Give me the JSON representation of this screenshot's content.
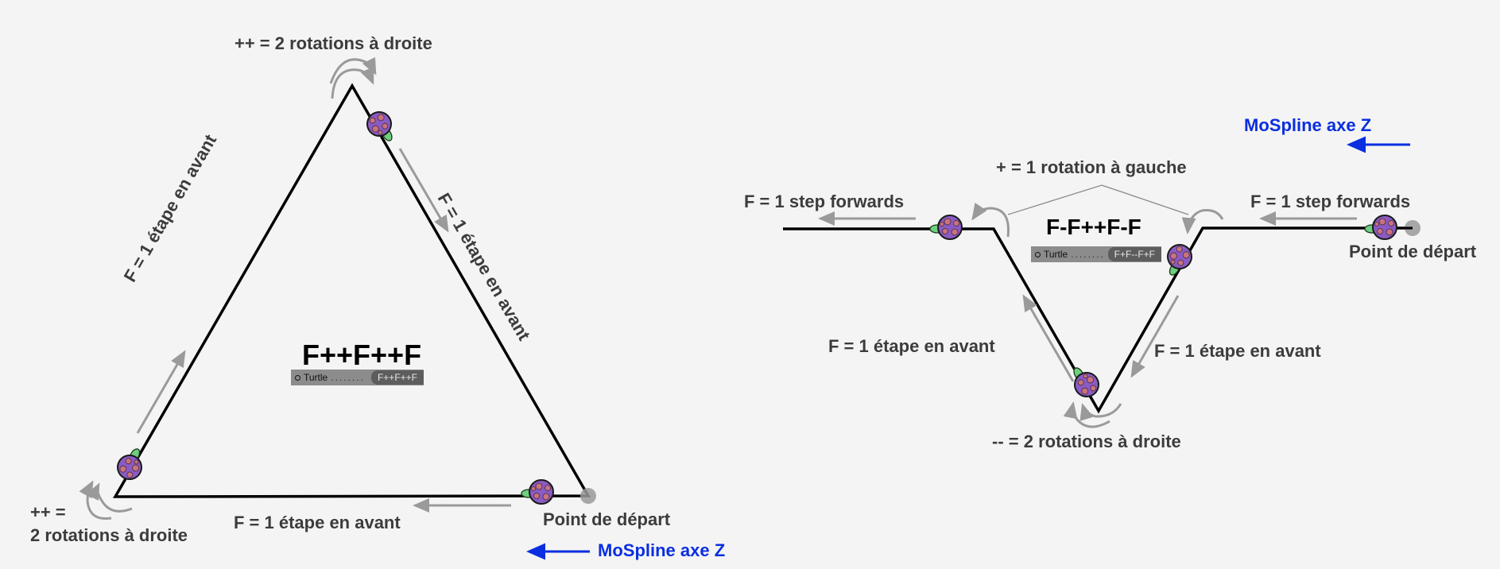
{
  "colors": {
    "background": "#f4f4f4",
    "line": "#000000",
    "arrow": "#9a9a9a",
    "text": "#3c3c3c",
    "accent": "#0a2ee0",
    "start_point": "#999999"
  },
  "left": {
    "formula": "F++F++F",
    "turtle_field": {
      "name": "Turtle",
      "dots": "........",
      "value": "F++F++F"
    },
    "top_label": "++ = 2 rotations à droite",
    "left_side_label": "F = 1 étape en avant",
    "right_side_label": "F = 1 étape en avant",
    "bottom_label": "F = 1 étape en avant",
    "corner_label_line1": "++ =",
    "corner_label_line2": "2 rotations à droite",
    "start_label": "Point de départ",
    "axis_label": "MoSpline axe Z"
  },
  "right": {
    "formula": "F-F++F-F",
    "turtle_field": {
      "name": "Turtle",
      "dots": "........",
      "value": "F+F--F+F"
    },
    "rotation_label": "+ = 1 rotation à gauche",
    "left_step_label": "F = 1 step forwards",
    "right_step_label": "F = 1 step forwards",
    "down_label": "F = 1 étape en avant",
    "up_label": "F = 1 étape en avant",
    "bottom_label": "-- = 2 rotations à droite",
    "start_label": "Point de départ",
    "axis_label": "MoSpline axe Z"
  }
}
